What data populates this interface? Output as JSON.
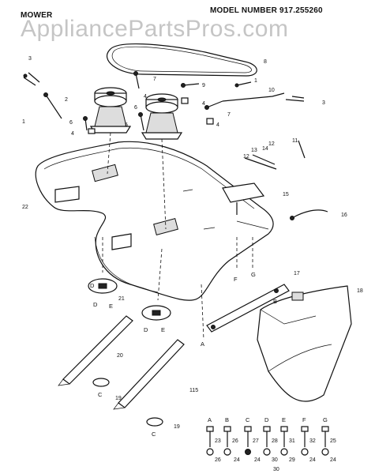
{
  "header": {
    "title_left": "MOWER",
    "title_right": "MODEL NUMBER 917.255260",
    "watermark": "AppliancePartsPros.com"
  },
  "diagram_code": "115",
  "callouts": [
    "1",
    "2",
    "3",
    "4",
    "5",
    "6",
    "7",
    "8",
    "9",
    "10",
    "11",
    "12",
    "13",
    "14",
    "15",
    "16",
    "17",
    "18",
    "19",
    "20",
    "21",
    "22"
  ],
  "hardware_letters": [
    "A",
    "B",
    "C",
    "D",
    "E",
    "F",
    "G"
  ],
  "hardware_numbers": [
    "23",
    "26",
    "27",
    "28",
    "31",
    "32",
    "25",
    "24",
    "29",
    "30"
  ],
  "colors": {
    "ink": "#111111",
    "watermark": "#969696",
    "background": "#ffffff"
  }
}
